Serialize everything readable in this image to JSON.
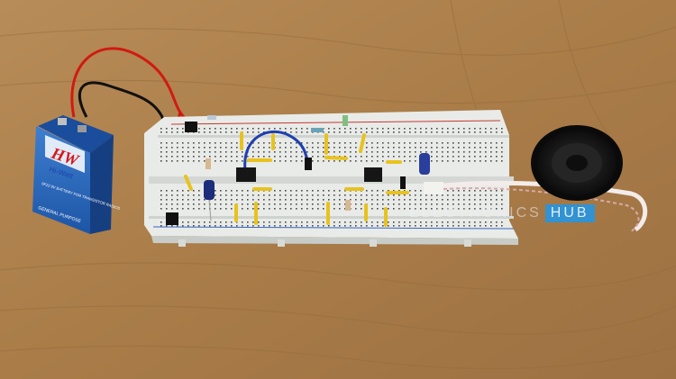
{
  "photo": {
    "battery": {
      "brand_logo": "HW",
      "brand_name": "Hi-Watt",
      "model_text": "6F22 9V BATTERY FOR TRANSISTOR RADIOS",
      "footer_text": "GENERAL PURPOSE"
    },
    "watermark": {
      "left_text": "ELECTRONICS",
      "right_text": "HUB"
    }
  }
}
